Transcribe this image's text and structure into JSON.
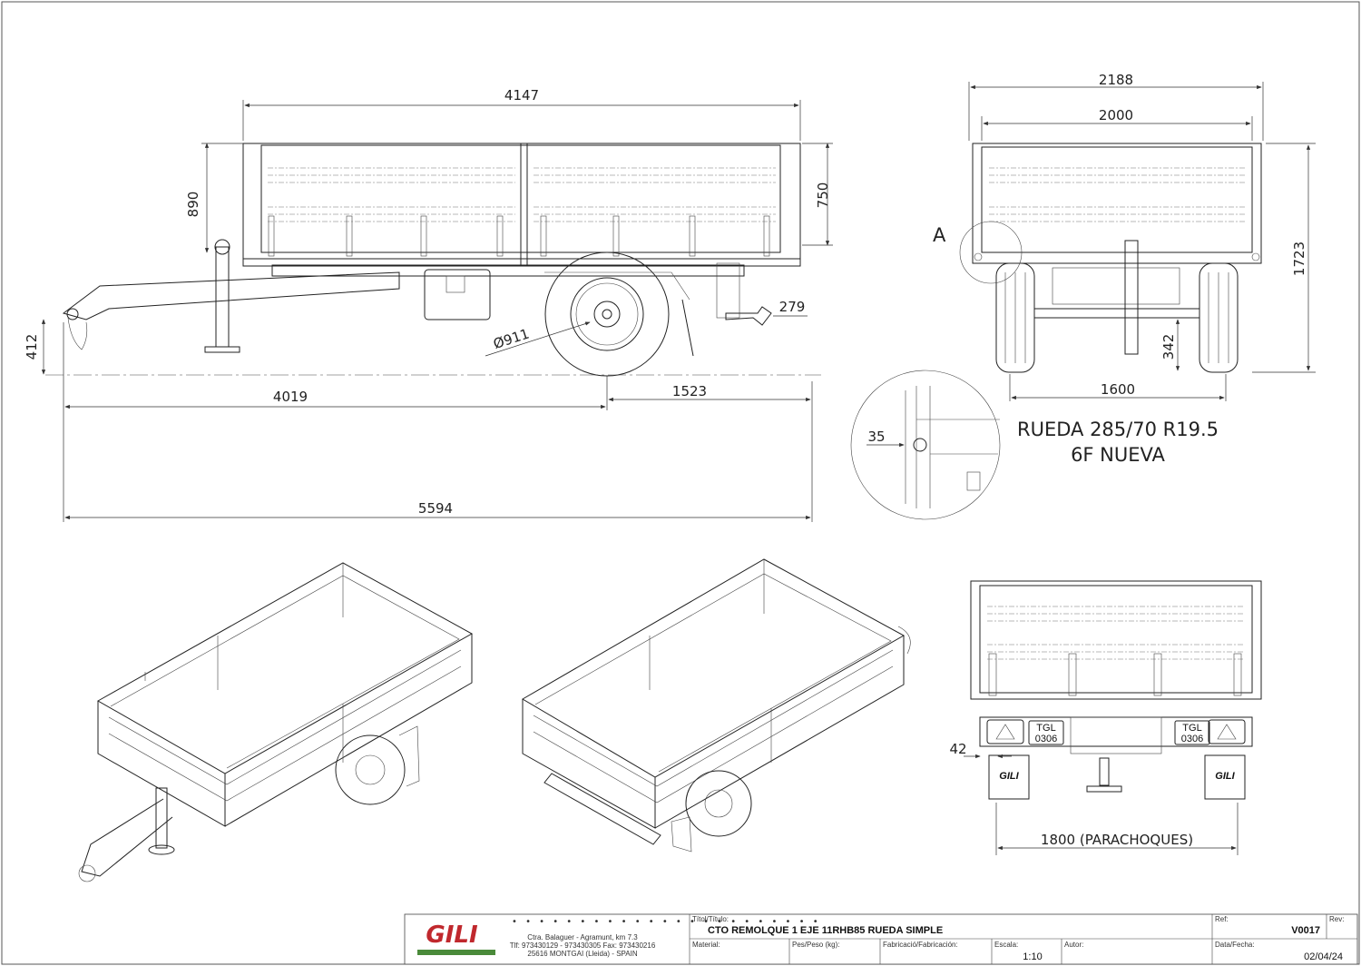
{
  "side_view": {
    "dims": {
      "overall_body": "4147",
      "total_height": "890",
      "side_height": "750",
      "hitch_height": "412",
      "wheel_dia": "Ø911",
      "rear_overhang": "279",
      "hitch_to_axle": "4019",
      "axle_to_rear": "1523",
      "overall_length": "5594"
    }
  },
  "rear_view": {
    "dims": {
      "overall_width": "2188",
      "body_width": "2000",
      "overall_height": "1723",
      "ground_clearance": "342",
      "track": "1600"
    },
    "detail_label": "A"
  },
  "detail_a": {
    "dim": "35"
  },
  "wheel_note": {
    "line1": "RUEDA 285/70 R19.5",
    "line2": "6F NUEVA"
  },
  "rear_lights_view": {
    "dims": {
      "offset": "42",
      "bumper_width": "1800 (PARACHOQUES)"
    },
    "plate_left": {
      "top": "TGL",
      "bottom": "0306"
    },
    "plate_right": {
      "top": "TGL",
      "bottom": "0306"
    },
    "mudflap_logo": "GILI"
  },
  "title_block": {
    "logo": "GILI",
    "address_line1": "Ctra. Balaguer - Agramunt, km 7.3",
    "address_line2": "Tlf: 973430129 - 973430305 Fax: 973430216",
    "address_line3": "25616 MONTGAI (Lleida) - SPAIN",
    "titol_label": "Títol/Título:",
    "title": "CTO REMOLQUE 1 EJE 11RHB85 RUEDA SIMPLE",
    "ref_label": "Ref:",
    "ref": "V0017",
    "rev_label": "Rev:",
    "material_label": "Material:",
    "pes_label": "Pes/Peso (kg):",
    "fabricacio_label": "Fabricació/Fabricación:",
    "escala_label": "Escala:",
    "escala": "1:10",
    "autor_label": "Autor:",
    "data_label": "Data/Fecha:",
    "data": "02/04/24"
  }
}
